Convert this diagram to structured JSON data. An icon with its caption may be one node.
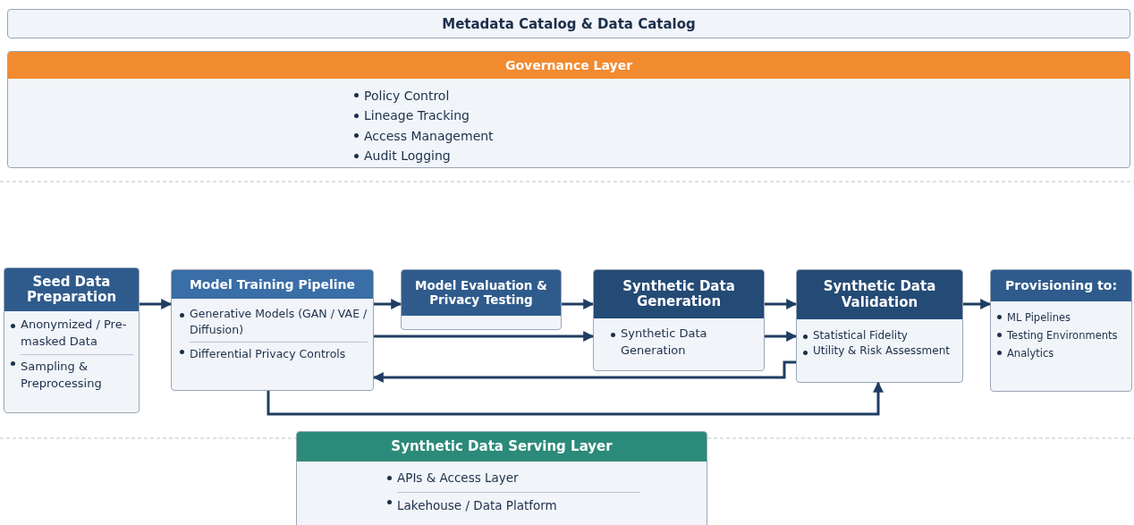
{
  "diagram": {
    "nodes": [
      {
        "text": [
          "Metadata Catalog & Data Catalog"
        ]
      },
      {
        "text": [
          "Governance Layer",
          "Policy Control",
          "Lineage Tracking",
          "Access Management",
          "Audit Logging"
        ]
      },
      {
        "text": [
          "Seed Data Preparation",
          "Anonymized / Pre-masked Data",
          "Sampling & Preprocessing"
        ]
      },
      {
        "text": [
          "Model Training Pipeline",
          "Generative Models (GAN / VAE / Diffusion)",
          "Differential Privacy Controls"
        ]
      },
      {
        "text": [
          "Model Evaluation & Privacy Testing"
        ]
      },
      {
        "text": [
          "Synthetic Data Generation",
          "Synthetic Data Generation"
        ]
      },
      {
        "text": [
          "Synthetic Data Validation",
          "Statistical Fidelity",
          "Utility & Risk Assessment"
        ]
      },
      {
        "text": [
          "Provisioning to:",
          "ML Pipelines",
          "Testing Environments",
          "Analytics"
        ]
      },
      {
        "text": [
          "Synthetic Data Serving Layer",
          "APIs & Access Layer",
          "Lakehouse / Data Platform"
        ]
      }
    ],
    "edges": [
      {
        "from": 2,
        "to": 3,
        "arrow": "to"
      },
      {
        "from": 3,
        "to": 4,
        "arrow": "to"
      },
      {
        "from": 4,
        "to": 5,
        "arrow": "to"
      },
      {
        "from": 5,
        "to": 6,
        "arrow": "to"
      },
      {
        "from": 6,
        "to": 7,
        "arrow": "to"
      },
      {
        "from": 3,
        "to": 5,
        "arrow": "to"
      },
      {
        "from": 5,
        "to": 6,
        "arrow": "to"
      },
      {
        "from": 6,
        "to": 3,
        "arrow": "to"
      },
      {
        "from": 3,
        "to": 6,
        "arrow": "to"
      }
    ]
  }
}
